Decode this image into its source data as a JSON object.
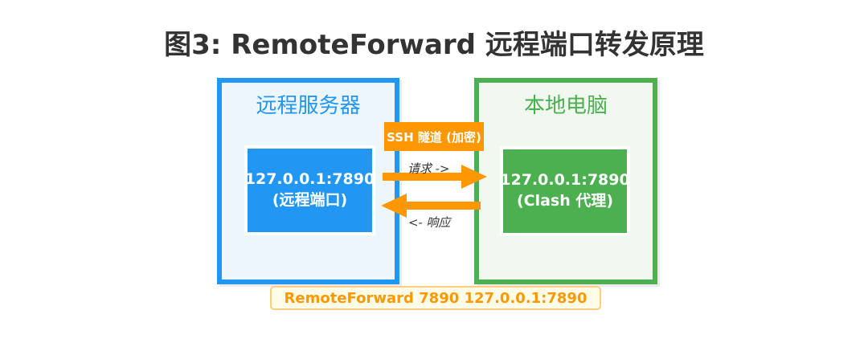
{
  "title": "图3: RemoteForward 远程端口转发原理",
  "remote": {
    "title": "远程服务器",
    "port_address": "127.0.0.1:7890",
    "port_note": "(远程端口)"
  },
  "local": {
    "title": "本地电脑",
    "port_address": "127.0.0.1:7890",
    "port_note": "(Clash 代理)"
  },
  "tunnel_label": "SSH 隧道 (加密)",
  "request_label": "请求 ->",
  "response_label": "<- 响应",
  "command": "RemoteForward 7890 127.0.0.1:7890",
  "colors": {
    "remote": "#2196F3",
    "local": "#4CAF50",
    "tunnel": "#FF9800"
  }
}
